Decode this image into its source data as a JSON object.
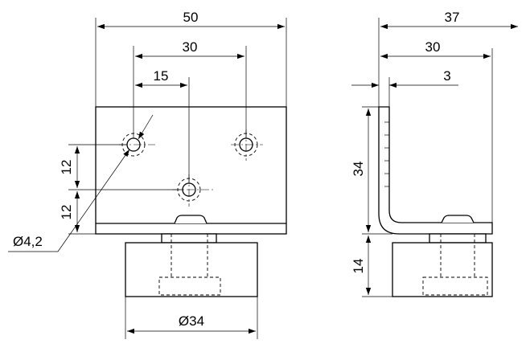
{
  "front_view": {
    "overall_width": "50",
    "hole_spacing": "30",
    "hole_offset": "15",
    "vertical_spacing_upper": "12",
    "vertical_spacing_lower": "12",
    "hole_diameter": "Ø4,2",
    "foot_diameter": "Ø34"
  },
  "side_view": {
    "overall_depth": "37",
    "hole_depth": "30",
    "thickness": "3",
    "height": "34",
    "foot_height": "14"
  }
}
